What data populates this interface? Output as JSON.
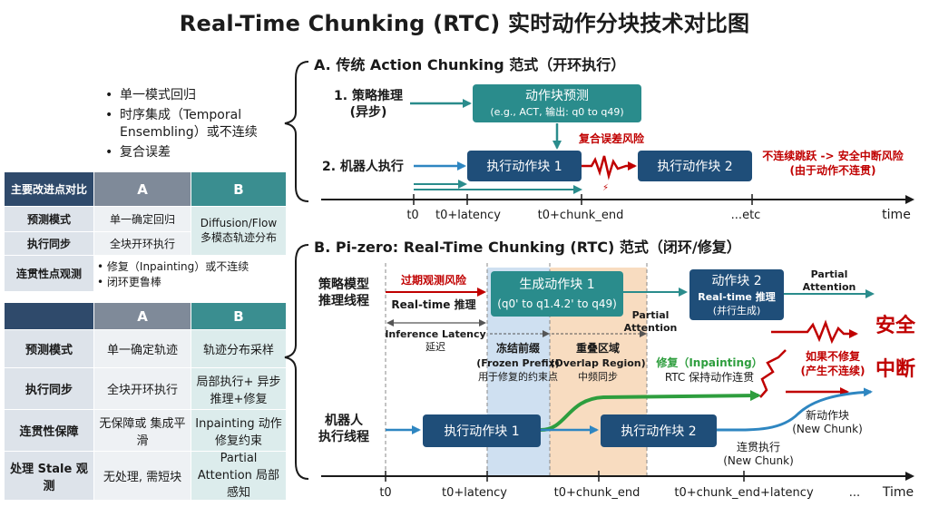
{
  "title": "Real-Time Chunking (RTC) 实时动作分块技术对比图",
  "bullets": [
    "单一模式回归",
    "时序集成（Temporal Ensembling）或不连续",
    "复合误差"
  ],
  "table1": {
    "header": [
      "主要改进点对比",
      "A",
      "B"
    ],
    "rows": [
      {
        "label": "预测模式",
        "a": "单一确定回归",
        "b": "Diffusion/Flow 多模态轨迹分布"
      },
      {
        "label": "执行同步",
        "a": "全块开环执行",
        "b": ""
      }
    ],
    "continuity_label": "连贯性点观测",
    "continuity_items": [
      "修复（Inpainting）或不连续",
      "闭环更鲁棒"
    ]
  },
  "table2": {
    "header": [
      "",
      "A",
      "B"
    ],
    "rows": [
      {
        "label": "预测模式",
        "a": "单一确定轨迹",
        "b": "轨迹分布采样"
      },
      {
        "label": "执行同步",
        "a": "全块开环执行",
        "b": "局部执行+ 异步推理+修复"
      },
      {
        "label": "连贯性保障",
        "a": "无保障或 集成平滑",
        "b": "Inpainting 动作修复约束"
      },
      {
        "label": "处理 Stale 观测",
        "a": "无处理, 需短块",
        "b": "Partial Attention 局部感知"
      }
    ]
  },
  "sectionA": {
    "title": "A. 传统 Action Chunking 范式（开环执行）",
    "row1_label": "1. 策略推理 （异步）",
    "predict_box": "动作块预测",
    "predict_sub": "(e.g., ACT, 输出: q0 to q49)",
    "compound_risk": "复合误差风险",
    "row2_label": "2. 机器人执行",
    "exec1": "执行动作块 1",
    "exec2": "执行动作块 2",
    "jump_risk": "不连续跳跃 -> 安全中断风险",
    "jump_reason": "(由于动作不连贯)",
    "ticks": [
      "t0",
      "t0+latency",
      "t0+chunk_end",
      "...etc",
      "time"
    ]
  },
  "sectionB": {
    "title": "B. Pi-zero: Real-Time Chunking (RTC) 范式（闭环/修复）",
    "row1_label": "策略模型 推理线程",
    "stale_risk": "过期观测风险",
    "rt_infer": "Real-time 推理",
    "gen_box_title": "生成动作块 1",
    "gen_box_sub": "(q0' to q1.4.2' to q49)",
    "partial_attention_1": "Partial Attention",
    "chunk2_title": "动作块 2",
    "chunk2_sub1": "Real-time 推理",
    "chunk2_sub2": "(并行生成)",
    "partial_attention_2": "Partial Attention",
    "inference_latency": "Inference Latency",
    "latency_cn": "延迟",
    "frozen_title": "冻结前缀",
    "frozen_en": "(Frozen Prefix)",
    "frozen_desc": "用于修复的约束点",
    "overlap_title": "重叠区域",
    "overlap_en": "(Overlap Region)",
    "overlap_desc": "中频同步",
    "inpaint_title": "修复（Inpainting）",
    "inpaint_desc": "RTC 保持动作连贯",
    "no_fix": "如果不修复",
    "no_fix_result": "(产生不连续)",
    "safety": "安全中断",
    "row2_label": "机器人 执行线程",
    "exec1": "执行动作块 1",
    "exec2": "执行动作块 2",
    "new_chunk": "新动作块",
    "new_chunk_en": "(New Chunk)",
    "continuous_exec": "连贯执行",
    "continuous_exec_en": "(New Chunk)",
    "ticks": [
      "t0",
      "t0+latency",
      "t0+chunk_end",
      "t0+chunk_end+latency",
      "...",
      "Time"
    ]
  },
  "colors": {
    "navy": "#1f4e79",
    "teal": "#2a8c8c",
    "red": "#c00000",
    "green": "#2e9e3e",
    "frozen_bg": "#cfe0f1",
    "overlap_bg": "#f8dcc0"
  }
}
